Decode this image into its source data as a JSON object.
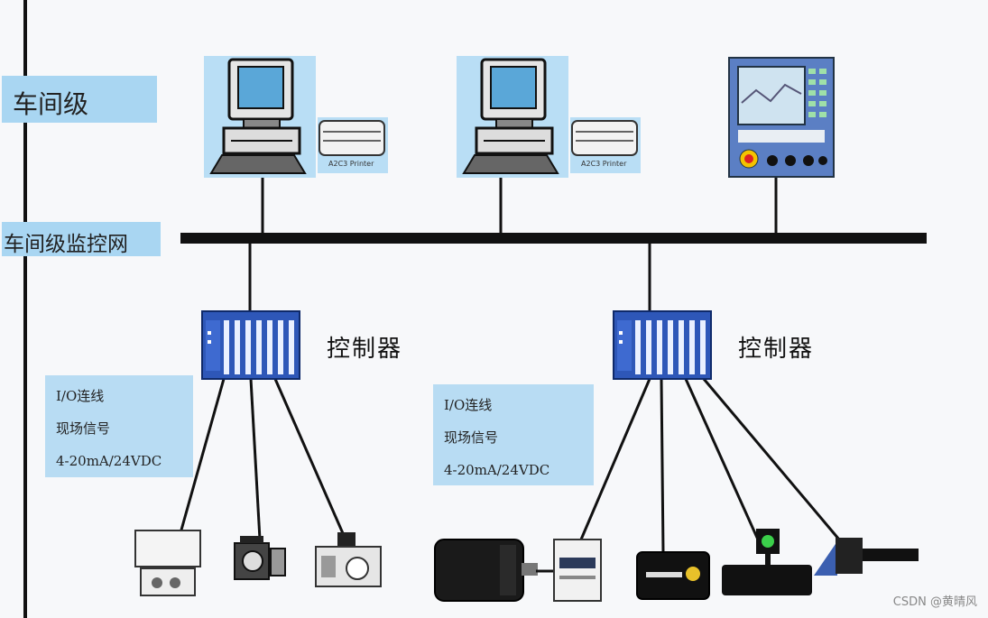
{
  "levels": {
    "workshop_level": "车间级",
    "workshop_network": "车间级监控网"
  },
  "controllers": [
    {
      "label": "控制器"
    },
    {
      "label": "控制器"
    }
  ],
  "io_boxes": [
    {
      "line1": "I/O连线",
      "line2": "现场信号",
      "line3": "4-20mA/24VDC"
    },
    {
      "line1": "I/O连线",
      "line2": "现场信号",
      "line3": "4-20mA/24VDC"
    }
  ],
  "printer_labels": [
    "A2C3 Printer",
    "A2C3 Printer"
  ],
  "watermark": "CSDN @黄晴风",
  "colors": {
    "label_bg": "#a9d6f2",
    "io_bg": "#b8dcf3",
    "controller": "#2e57b8",
    "line": "#111111"
  }
}
